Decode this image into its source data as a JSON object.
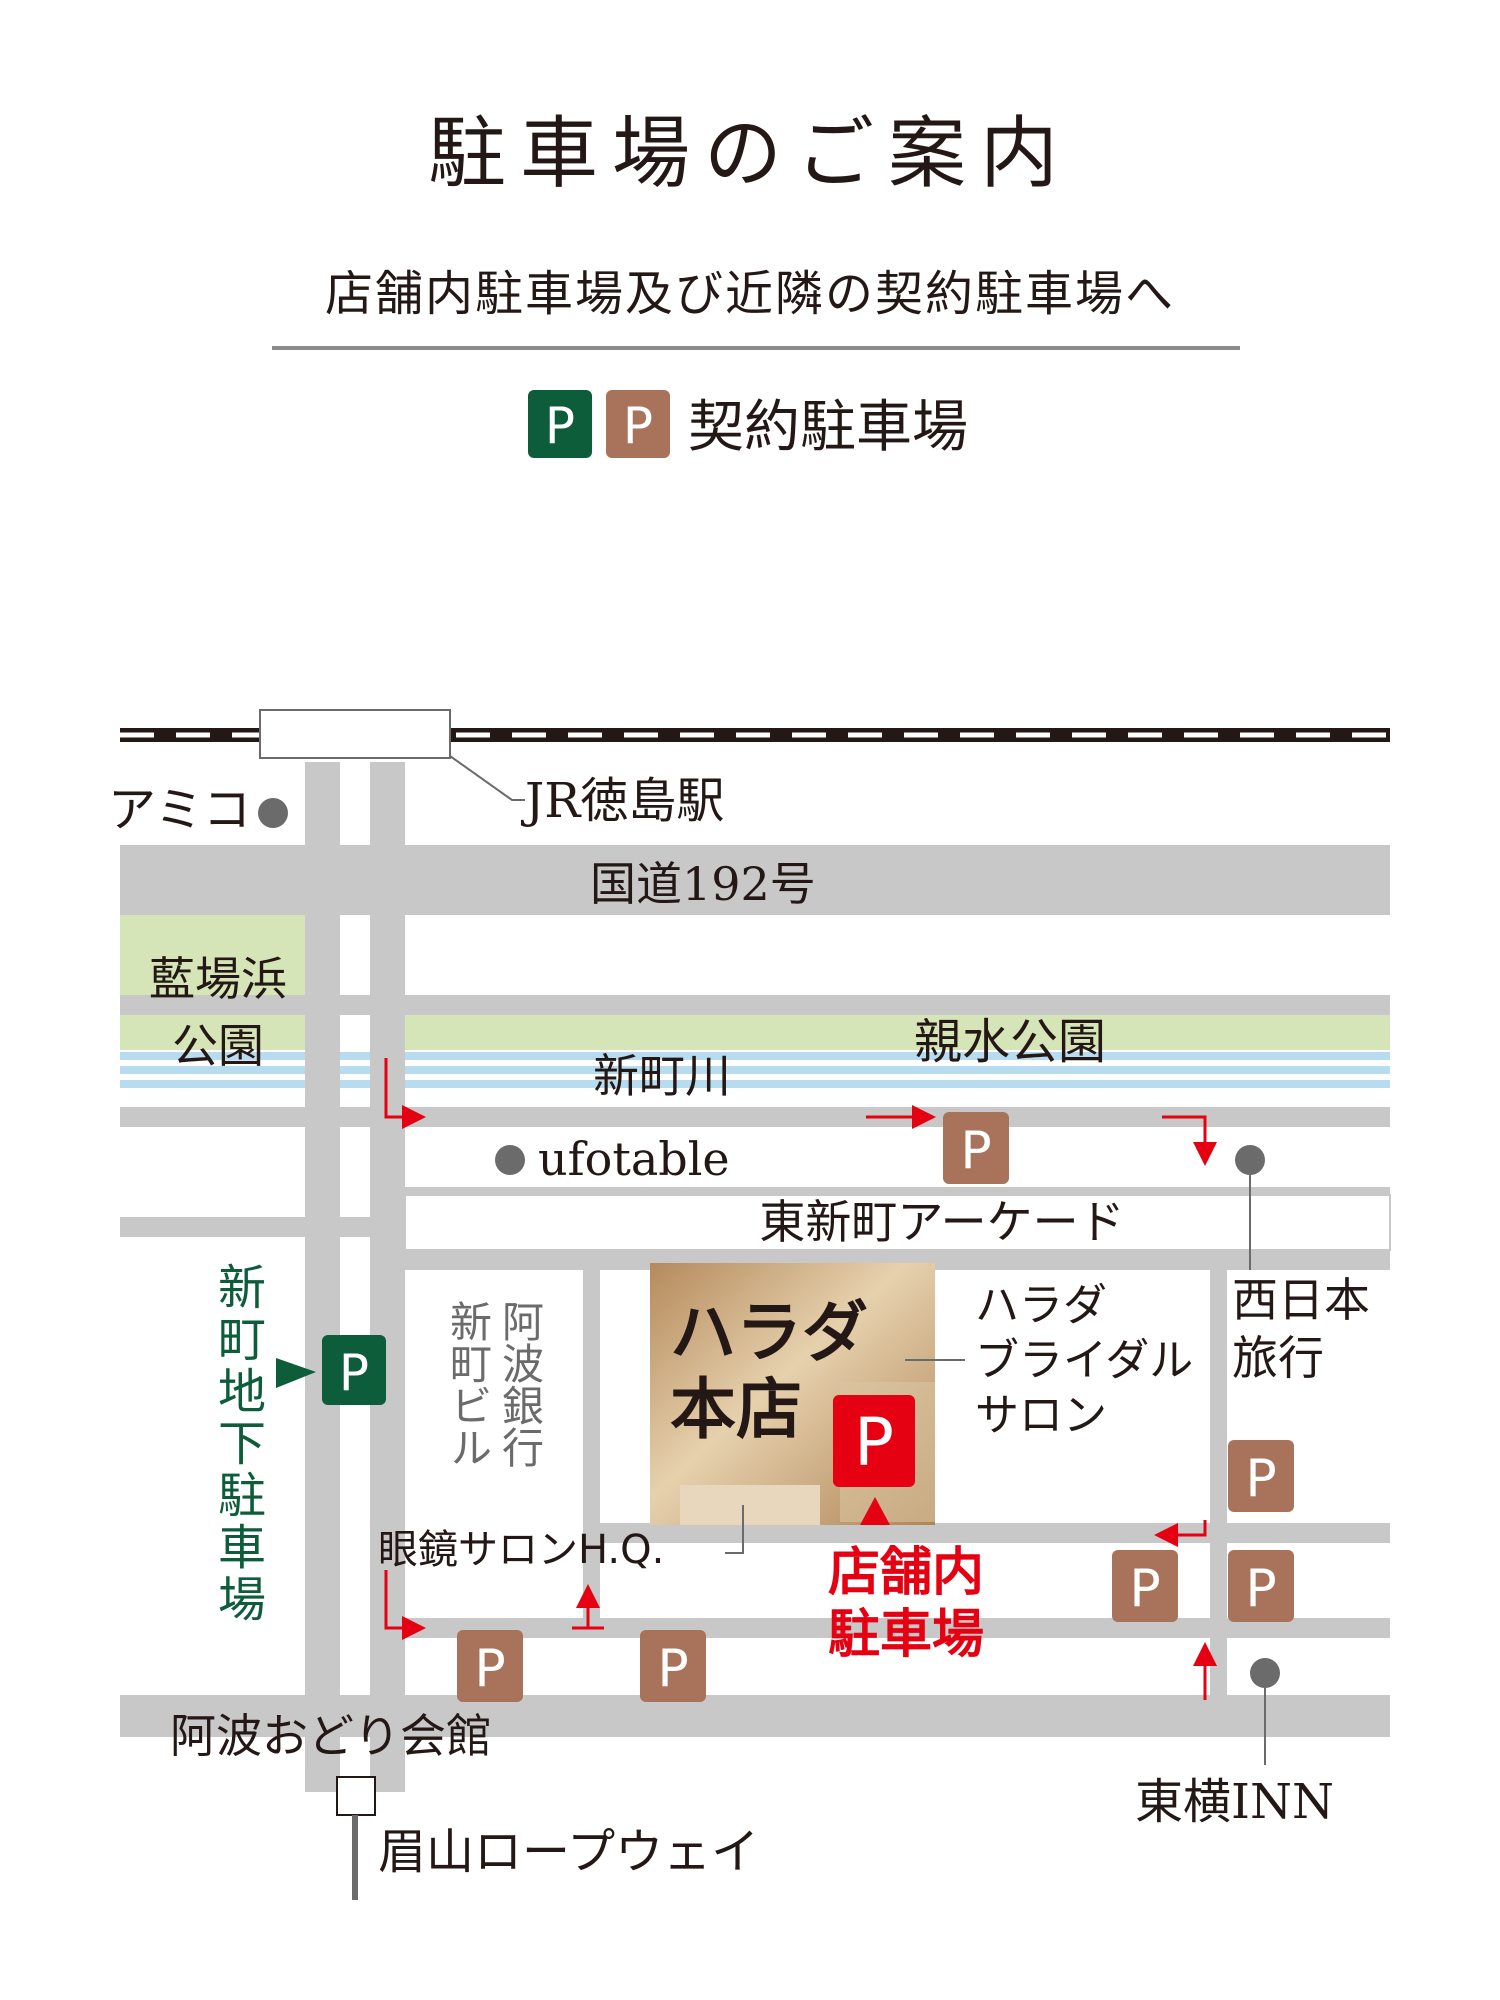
{
  "header": {
    "title": "駐車場のご案内",
    "subtitle": "店舗内駐車場及び近隣の契約駐車場へ",
    "legend": {
      "label": "契約駐車場",
      "p_symbol": "P"
    }
  },
  "colors": {
    "road": "#c8c8c8",
    "park": "#d6e5b8",
    "river": "#b7dcef",
    "brown_p": "#a8735a",
    "green_p": "#0d5c3a",
    "red": "#e50012",
    "gray_dot": "#6b6b6b",
    "store_bg": "#c8a67c",
    "text": "#231815",
    "green_text": "#0d5c3a"
  },
  "map": {
    "station": "JR徳島駅",
    "amico": "アミコ",
    "route192": "国道192号",
    "park_aiba": [
      "藍場浜",
      "公園"
    ],
    "park_shinsui": "親水公園",
    "river": "新町川",
    "ufotable": "ufotable",
    "arcade": "東新町アーケード",
    "nishinihon": [
      "西日本",
      "旅行"
    ],
    "store": [
      "ハラダ",
      "本店"
    ],
    "bridal": [
      "ハラダ",
      "ブライダル",
      "サロン"
    ],
    "awa_bank_col1": "新町ビル",
    "awa_bank_col2": "阿波銀行",
    "megane": "眼鏡サロンH.Q.",
    "store_parking": [
      "店舗内",
      "駐車場"
    ],
    "underground": "新町地下駐車場",
    "odori": "阿波おどり会館",
    "toyoko": "東横INN",
    "ropeway": "眉山ロープウェイ"
  }
}
